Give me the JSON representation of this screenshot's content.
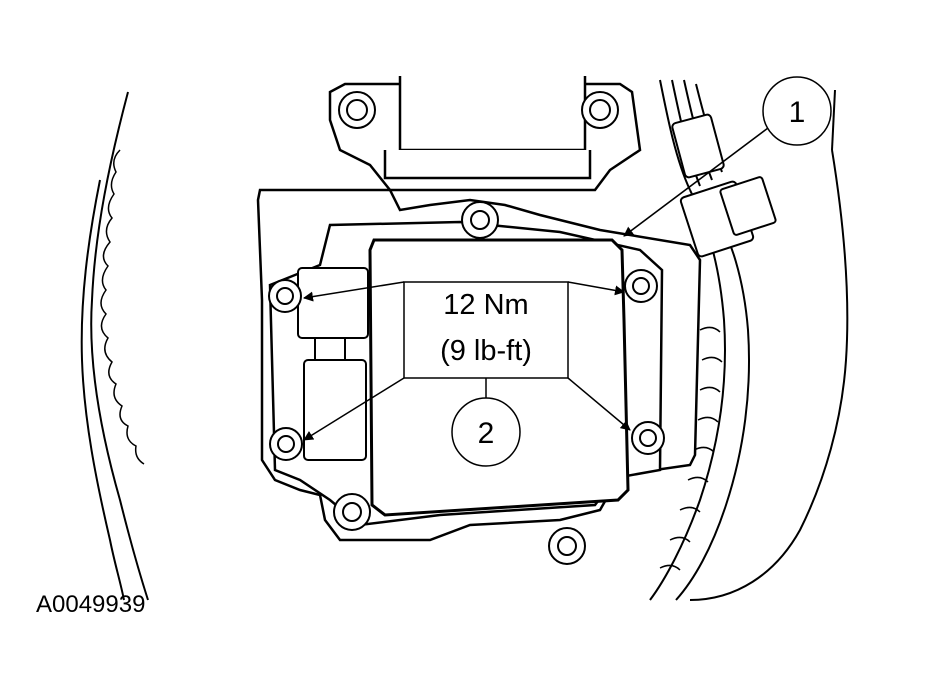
{
  "figure_id": "A0049939",
  "callouts": [
    {
      "number": "1"
    },
    {
      "number": "2"
    }
  ],
  "torque": {
    "metric": "12 Nm",
    "imperial": "(9 lb-ft)"
  },
  "colors": {
    "line": "#000000",
    "background": "#ffffff"
  }
}
